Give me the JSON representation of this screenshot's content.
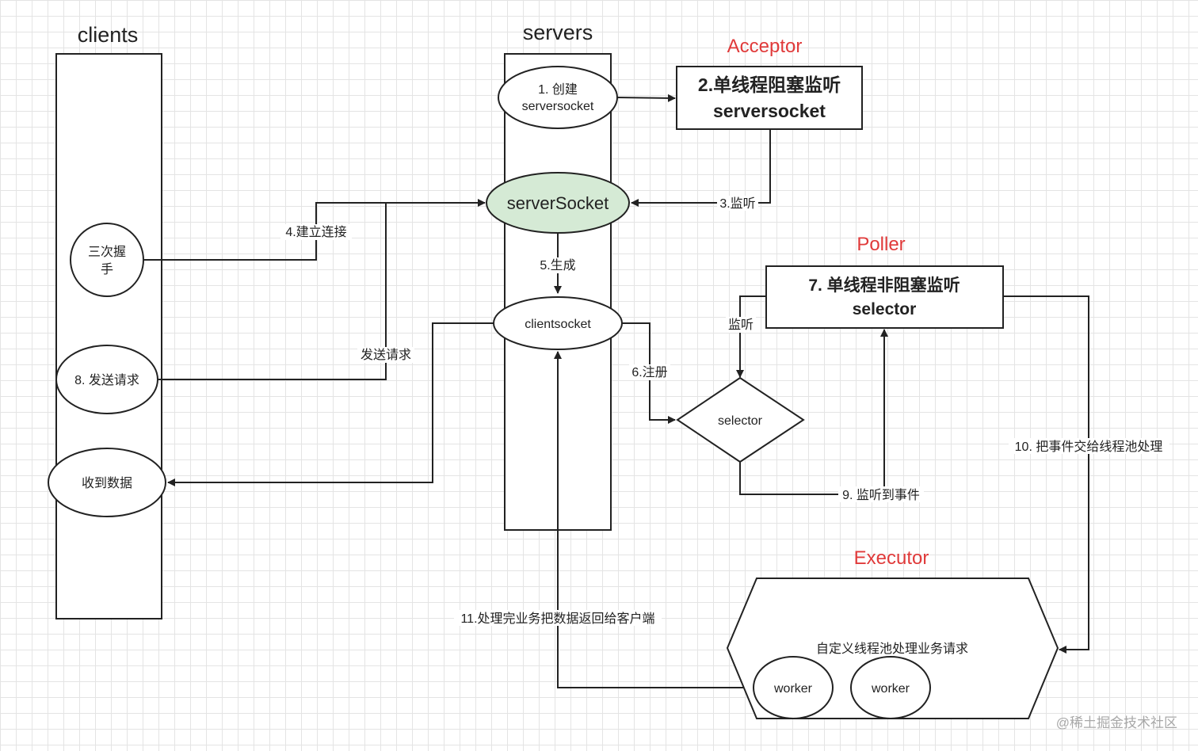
{
  "titles": {
    "clients": "clients",
    "servers": "servers",
    "acceptor": "Acceptor",
    "poller": "Poller",
    "executor": "Executor"
  },
  "nodes": {
    "create_line1": "1. 创建",
    "create_line2": "serversocket",
    "acceptor_line1": "2.单线程阻塞监听",
    "acceptor_line2": "serversocket",
    "server_socket": "serverSocket",
    "client_socket": "clientsocket",
    "handshake_line1": "三次握",
    "handshake_line2": "手",
    "send_request": "8. 发送请求",
    "receive_data": "收到数据",
    "poller_line1": "7. 单线程非阻塞监听",
    "poller_line2": "selector",
    "selector": "selector",
    "pool_label": "自定义线程池处理业务请求",
    "worker1": "worker",
    "worker2": "worker"
  },
  "edges": {
    "listen3": "3.监听",
    "connect4": "4.建立连接",
    "generate5": "5.生成",
    "register6": "6.注册",
    "listen": "监听",
    "send_req": "发送请求",
    "event9": "9. 监听到事件",
    "dispatch10": "10. 把事件交给线程池处理",
    "return11": "11.处理完业务把数据返回给客户端"
  },
  "watermark": "@稀土掘金技术社区",
  "colors": {
    "title_red": "#e03a3a",
    "server_socket_fill": "#d5ead5",
    "stroke": "#222222"
  }
}
